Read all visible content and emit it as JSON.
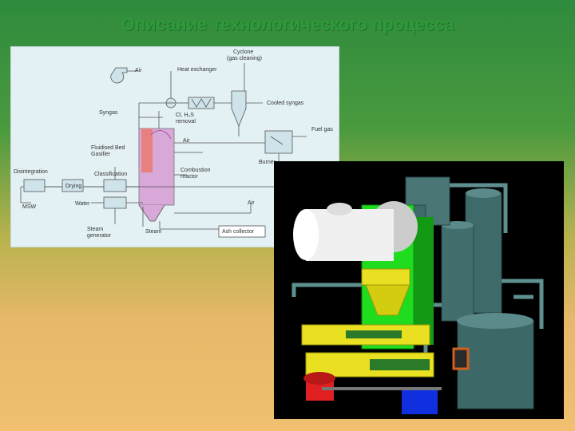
{
  "slide": {
    "title": "Описание технологического процесса"
  },
  "diagram": {
    "labels": {
      "cyclone": "Cyclone",
      "gas_cleaning": "(gas cleaning)",
      "air_top": "Air",
      "heat_exchanger": "Heat exchanger",
      "syngas": "Syngas",
      "cooled_syngas": "Cooled syngas",
      "cl_h2s": "Cl, H₂S",
      "removal": "removal",
      "fuel_gas": "Fuel gas",
      "fluidised_bed": "Fluidised Bed",
      "gasifier": "Gasifier",
      "air_mid": "Air",
      "burner": "Burner",
      "disintegration": "Disintegration",
      "classification": "Classification",
      "combustion": "Combustion",
      "reactor": "reactor",
      "drying": "Drying",
      "msw": "MSW",
      "water": "Water",
      "air_right": "Air",
      "steam_generator_1": "Steam",
      "steam_generator_2": "generator",
      "steam": "Steam",
      "ash_collector": "Ash collector"
    }
  },
  "colors": {
    "title": "#2f9a3a",
    "diagram_bg": "#e3f1f4",
    "gasifier_fill": "#d8a8d8",
    "gasifier_hot": "#e06060",
    "plant_steel": "#3f6a6a",
    "plant_green": "#1fdc1f",
    "plant_yellow": "#e8e020",
    "plant_red": "#e02020",
    "plant_blue": "#1030e0"
  }
}
